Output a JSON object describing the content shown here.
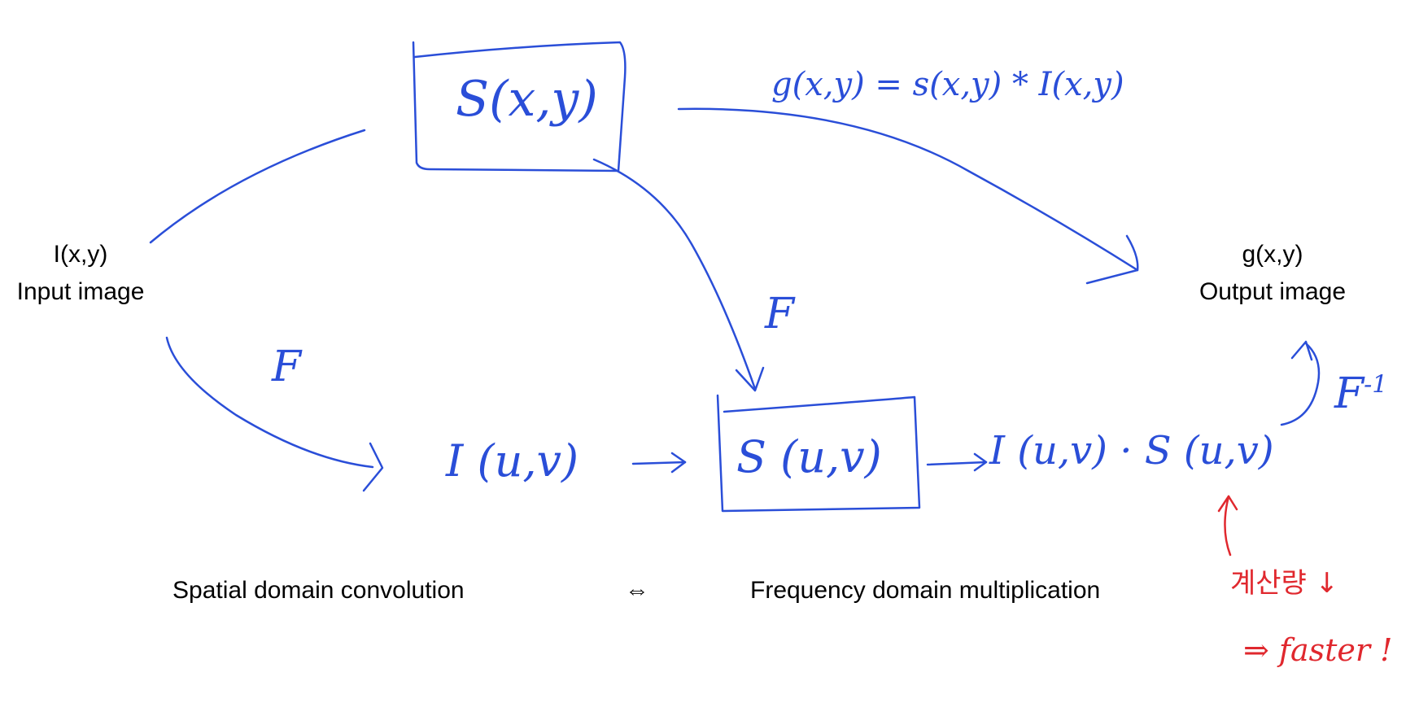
{
  "colors": {
    "ink": "#2a4ed8",
    "annotation": "#e0282e",
    "print": "#000000",
    "background": "#ffffff"
  },
  "input": {
    "func": "I(x,y)",
    "caption": "Input image"
  },
  "output": {
    "func": "g(x,y)",
    "caption": "Output image"
  },
  "spatial_caption": "Spatial domain convolution",
  "equivalence_symbol": "⇔",
  "frequency_caption": "Frequency domain multiplication",
  "handwritten": {
    "kernel_box": "S(x,y)",
    "equation": "g(x,y) = s(x,y) * I(x,y)",
    "ft_label_input": "F",
    "ft_label_kernel": "F",
    "inverse_ft_label": "F",
    "inverse_exponent": "-1",
    "image_spectrum": "I (u,v)",
    "kernel_spectrum": "S (u,v)",
    "product_left": "I (u,v)",
    "product_dot": "·",
    "product_right": "S (u,v)",
    "red_note_korean": "계산량 ↓",
    "red_note_result": "⇒ faster !"
  }
}
